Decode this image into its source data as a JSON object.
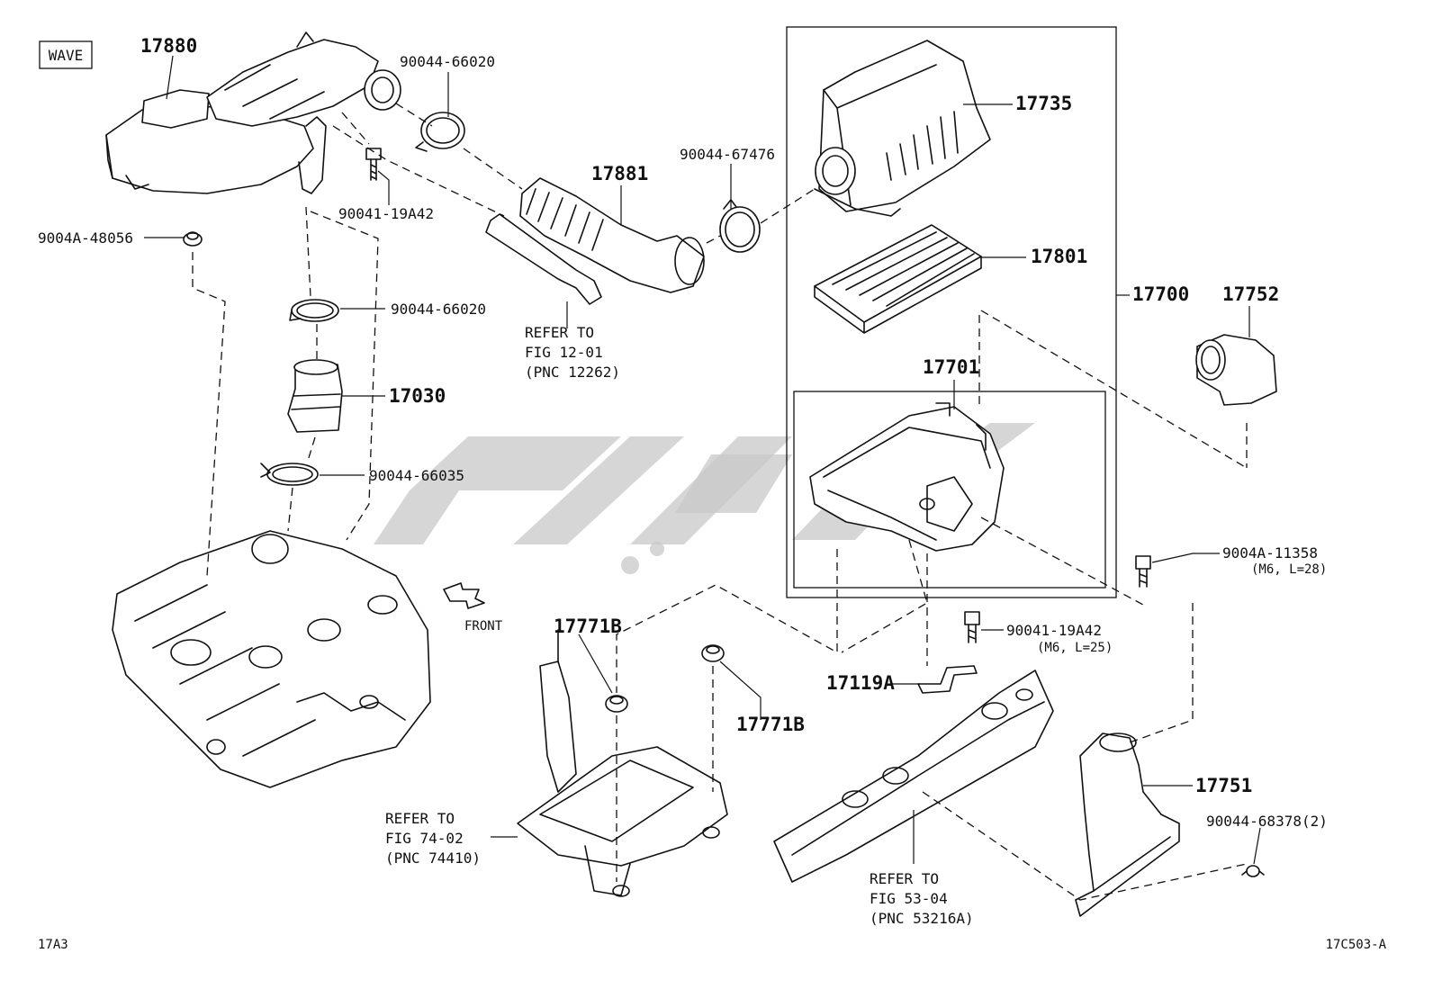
{
  "badge": "WAVE",
  "parts": {
    "p17880": "17880",
    "p90044_66020_a": "90044-66020",
    "p90041_19A42_a": "90041-19A42",
    "p9004A_48056": "9004A-48056",
    "p17881": "17881",
    "p90044_67476": "90044-67476",
    "p17735": "17735",
    "p17801": "17801",
    "p17700": "17700",
    "p17752": "17752",
    "p90044_66020_b": "90044-66020",
    "p17030": "17030",
    "p90044_66035": "90044-66035",
    "p17701": "17701",
    "p9004A_11358": "9004A-11358",
    "p9004A_11358_spec": "(M6, L=28)",
    "p90041_19A42_b": "90041-19A42",
    "p90041_19A42_b_spec": "(M6, L=25)",
    "p17119A": "17119A",
    "p17771B_a": "17771B",
    "p17771B_b": "17771B",
    "p17751": "17751",
    "p90044_68378": "90044-68378(2)"
  },
  "refs": {
    "r1": [
      "REFER TO",
      "FIG 12-01",
      "(PNC 12262)"
    ],
    "r2": [
      "REFER TO",
      "FIG 74-02",
      "(PNC 74410)"
    ],
    "r3": [
      "REFER TO",
      "FIG 53-04",
      "(PNC 53216A)"
    ]
  },
  "front_label": "FRONT",
  "footer": {
    "left": "17A3",
    "right": "17C503-A"
  }
}
